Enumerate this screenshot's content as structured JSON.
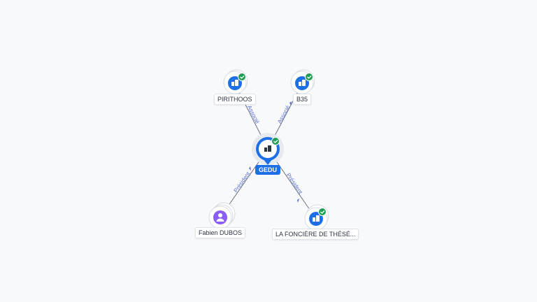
{
  "center": {
    "label": "GEDU",
    "verified": true,
    "icon": "company-icon"
  },
  "nodes": [
    {
      "id": "pirithoos",
      "label": "PIRITHOOS",
      "type": "company",
      "icon": "company-icon",
      "verified": true
    },
    {
      "id": "b35",
      "label": "B35",
      "type": "company",
      "icon": "company-icon",
      "verified": true
    },
    {
      "id": "fabien",
      "label": "Fabien DUBOS",
      "type": "person",
      "icon": "person-icon",
      "verified": false
    },
    {
      "id": "fonciere",
      "label": "LA FONCIÈRE DE THÉSÉ...",
      "type": "company",
      "icon": "company-icon",
      "verified": true
    }
  ],
  "edges": [
    {
      "to": "pirithoos",
      "label": "Associé"
    },
    {
      "to": "b35",
      "label": "Associé"
    },
    {
      "to": "fabien",
      "label": "Président"
    },
    {
      "to": "fonciere",
      "label": "Président"
    }
  ],
  "colors": {
    "company": "#1d6fe8",
    "person": "#8b5cf6",
    "verified": "#1f9d55",
    "edge": "#6b7280",
    "edge_label": "#5b6fd6"
  }
}
